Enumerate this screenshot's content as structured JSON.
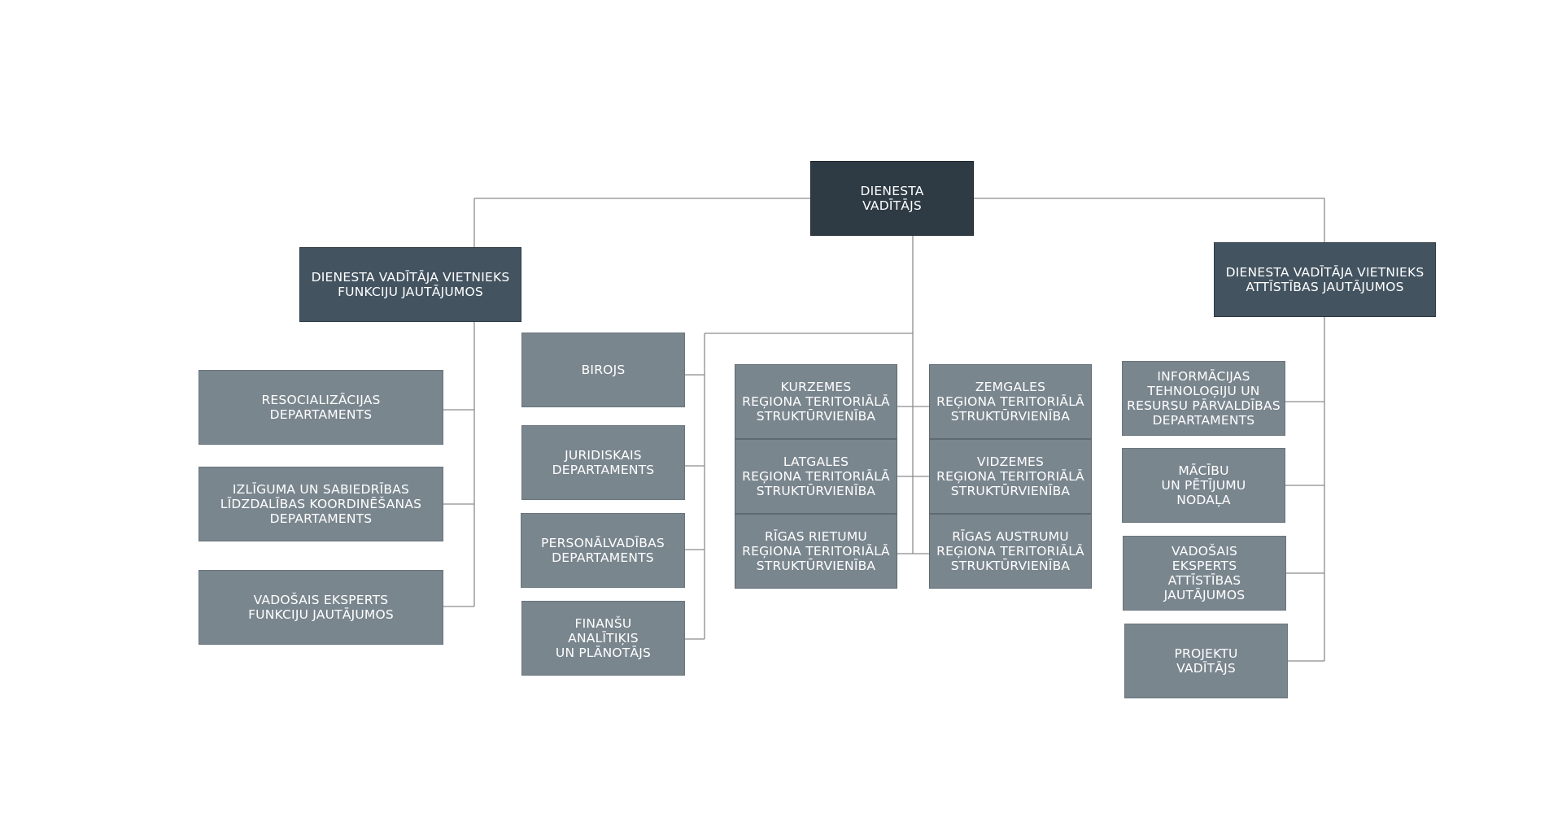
{
  "director": {
    "label": "DIENESTA\nVADĪTĀJS"
  },
  "deputies": {
    "functions": {
      "label": "DIENESTA VADĪTĀJA VIETNIEKS\nFUNKCIJU JAUTĀJUMOS"
    },
    "development": {
      "label": "DIENESTA VADĪTĀJA VIETNIEKS\nATTĪSTĪBAS JAUTĀJUMOS"
    }
  },
  "functions_units": [
    {
      "label": "RESOCIALIZĀCIJAS\nDEPARTAMENTS"
    },
    {
      "label": "IZLĪGUMA UN SABIEDRĪBAS\nLĪDZDALĪBAS KOORDINĒŠANAS\nDEPARTAMENTS"
    },
    {
      "label": "VADOŠAIS EKSPERTS\nFUNKCIJU JAUTĀJUMOS"
    }
  ],
  "director_units": [
    {
      "label": "BIROJS"
    },
    {
      "label": "JURIDISKAIS\nDEPARTAMENTS"
    },
    {
      "label": "PERSONĀLVADĪBAS\nDEPARTAMENTS"
    },
    {
      "label": "FINANŠU\nANALĪTIĶIS\nUN PLĀNOTĀJS"
    }
  ],
  "regions_left": [
    {
      "label": "KURZEMES\nREĢIONA TERITORIĀLĀ\nSTRUKTŪRVIENĪBA"
    },
    {
      "label": "LATGALES\nREĢIONA TERITORIĀLĀ\nSTRUKTŪRVIENĪBA"
    },
    {
      "label": "RĪGAS RIETUMU\nREĢIONA TERITORIĀLĀ\nSTRUKTŪRVIENĪBA"
    }
  ],
  "regions_right": [
    {
      "label": "ZEMGALES\nREĢIONA TERITORIĀLĀ\nSTRUKTŪRVIENĪBA"
    },
    {
      "label": "VIDZEMES\nREĢIONA TERITORIĀLĀ\nSTRUKTŪRVIENĪBA"
    },
    {
      "label": "RĪGAS AUSTRUMU\nREĢIONA TERITORIĀLĀ\nSTRUKTŪRVIENĪBA"
    }
  ],
  "development_units": [
    {
      "label": "INFORMĀCIJAS\nTEHNOLOĢIJU UN\nRESURSU PĀRVALDĪBAS\nDEPARTAMENTS"
    },
    {
      "label": "MĀCĪBU\nUN PĒTĪJUMU\nNODAĻA"
    },
    {
      "label": "VADOŠAIS\nEKSPERTS\nATTĪSTĪBAS\nJAUTĀJUMOS"
    },
    {
      "label": "PROJEKTU\nVADĪTĀJS"
    }
  ]
}
